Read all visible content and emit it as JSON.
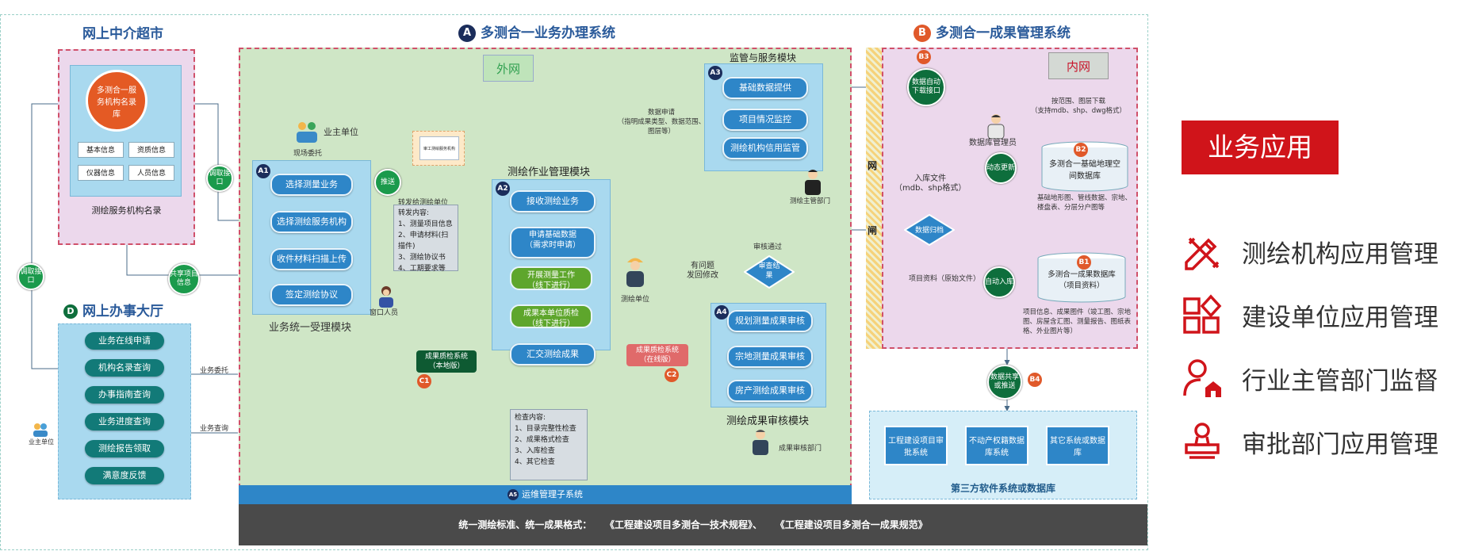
{
  "sections": {
    "intermediary_title": "网上中介超市",
    "a_badge": "A",
    "a_title": "多测合一业务办理系统",
    "b_badge": "B",
    "b_title": "多测合一成果管理系统",
    "d_badge": "D",
    "d_title": "网上办事大厅"
  },
  "intermediary": {
    "directory_circle": "多测合一服务机构名录库",
    "docs": [
      "基本信息",
      "资质信息",
      "仪器信息",
      "人员信息"
    ],
    "caption": "测绘服务机构名录"
  },
  "left_connectors": {
    "fetch_interface_1": "调取接口",
    "fetch_interface_2": "调取接口",
    "share_info": "共享项目信息"
  },
  "hall": {
    "items": [
      "业务在线申请",
      "机构名录查询",
      "办事指南查询",
      "业务进度查询",
      "测绘报告领取",
      "满意度反馈"
    ],
    "owner": "业主单位",
    "delegate": "业务委托",
    "query": "业务查询"
  },
  "a_system": {
    "outer_net": "外网",
    "owner_unit": "业主单位",
    "site_delegation": "现场委托",
    "accept_module": {
      "badge": "A1",
      "items": [
        "选择测量业务",
        "选择测绘服务机构",
        "收件材料扫描上传",
        "签定测绘协议"
      ],
      "caption": "业务统一受理模块",
      "window_staff": "窗口人员"
    },
    "push": "推送",
    "transfer_title": "转发给测绘单位",
    "transfer_list": [
      "转发内容:",
      "1、测量项目信息",
      "2、申请材料(扫描件)",
      "3、测绘协议书",
      "4、工期要求等"
    ],
    "doc_thumb": "审工测绘服务机构",
    "work_module": {
      "badge": "A2",
      "title": "测绘作业管理模块",
      "items": [
        "接收测绘业务",
        "申请基础数据\n（需求时申请）",
        "开展测量工作\n（线下进行）",
        "成果本单位质检\n（线下进行）",
        "汇交测绘成果"
      ]
    },
    "survey_unit": "测绘单位",
    "data_request": "数据申请\n（指明成果类型、数据范围、图层等）",
    "supervise_module": {
      "badge": "A3",
      "title": "监管与服务模块",
      "items": [
        "基础数据提供",
        "项目情况监控",
        "测绘机构信用监管"
      ],
      "dept": "测绘主管部门"
    },
    "review": "审查结果",
    "review_pass": "审核通过",
    "has_problem": "有问题\n发回修改",
    "audit_module": {
      "badge": "A4",
      "items": [
        "规划测量成果审核",
        "宗地测量成果审核",
        "房产测绘成果审核"
      ],
      "title": "测绘成果审核模块",
      "dept": "成果审核部门"
    },
    "qc_local": {
      "badge": "C1",
      "label": "成果质检系统\n（本地版）"
    },
    "qc_online": {
      "badge": "C2",
      "label": "成果质检系统\n（在线版）"
    },
    "check_list": [
      "检查内容:",
      "1、目录完整性检查",
      "2、成果格式检查",
      "3、入库检查",
      "4、其它检查"
    ],
    "ops": {
      "badge": "A5",
      "label": "运维管理子系统"
    }
  },
  "gateway": {
    "char1": "网",
    "char2": "闸"
  },
  "b_system": {
    "inner_net": "内网",
    "b3_badge": "B3",
    "auto_download": "数据自动下载接口",
    "download_note": "按范围、图层下载\n（支持mdb、shp、dwg格式）",
    "db_admin": "数据库管理员",
    "dynamic_update": "动态更新",
    "b2_badge": "B2",
    "b2_db": "多测合一基础地理空间数据库",
    "b2_note": "基础地形图、管线数据、宗地、楼盘表、分层分户图等",
    "import_file": "入库文件\n（mdb、shp格式）",
    "data_archive": "数据归档",
    "project_material": "项目资料（原始文件）",
    "auto_import": "自动入库",
    "b1_badge": "B1",
    "b1_db": "多测合一成果数据库\n（项目资料）",
    "b1_note": "项目信息、成果图件（竣工图、宗地图、房屋含汇图、测量报告、图纸表格、外业图片等）"
  },
  "third_party": {
    "b4_badge": "B4",
    "share": "数据共享或推送",
    "items": [
      "工程建设项目审批系统",
      "不动产权籍数据库系统",
      "其它系统或数据库"
    ],
    "caption": "第三方软件系统或数据库"
  },
  "footer": {
    "text": "统一测绘标准、统一成果格式：    《工程建设项目多测合一技术规程》、    《工程建设项目多测合一成果规范》"
  },
  "sidebar": {
    "title": "业务应用",
    "items": [
      {
        "label": "测绘机构应用管理",
        "icon": "pencil-ruler-icon"
      },
      {
        "label": "建设单位应用管理",
        "icon": "modules-icon"
      },
      {
        "label": "行业主管部门监督",
        "icon": "person-home-icon"
      },
      {
        "label": "审批部门应用管理",
        "icon": "stamp-icon"
      }
    ]
  },
  "colors": {
    "accent_red": "#d0141a",
    "teal": "#127a78",
    "blue": "#2e86c8",
    "navy": "#1b2d5b",
    "orange": "#e0592a"
  }
}
